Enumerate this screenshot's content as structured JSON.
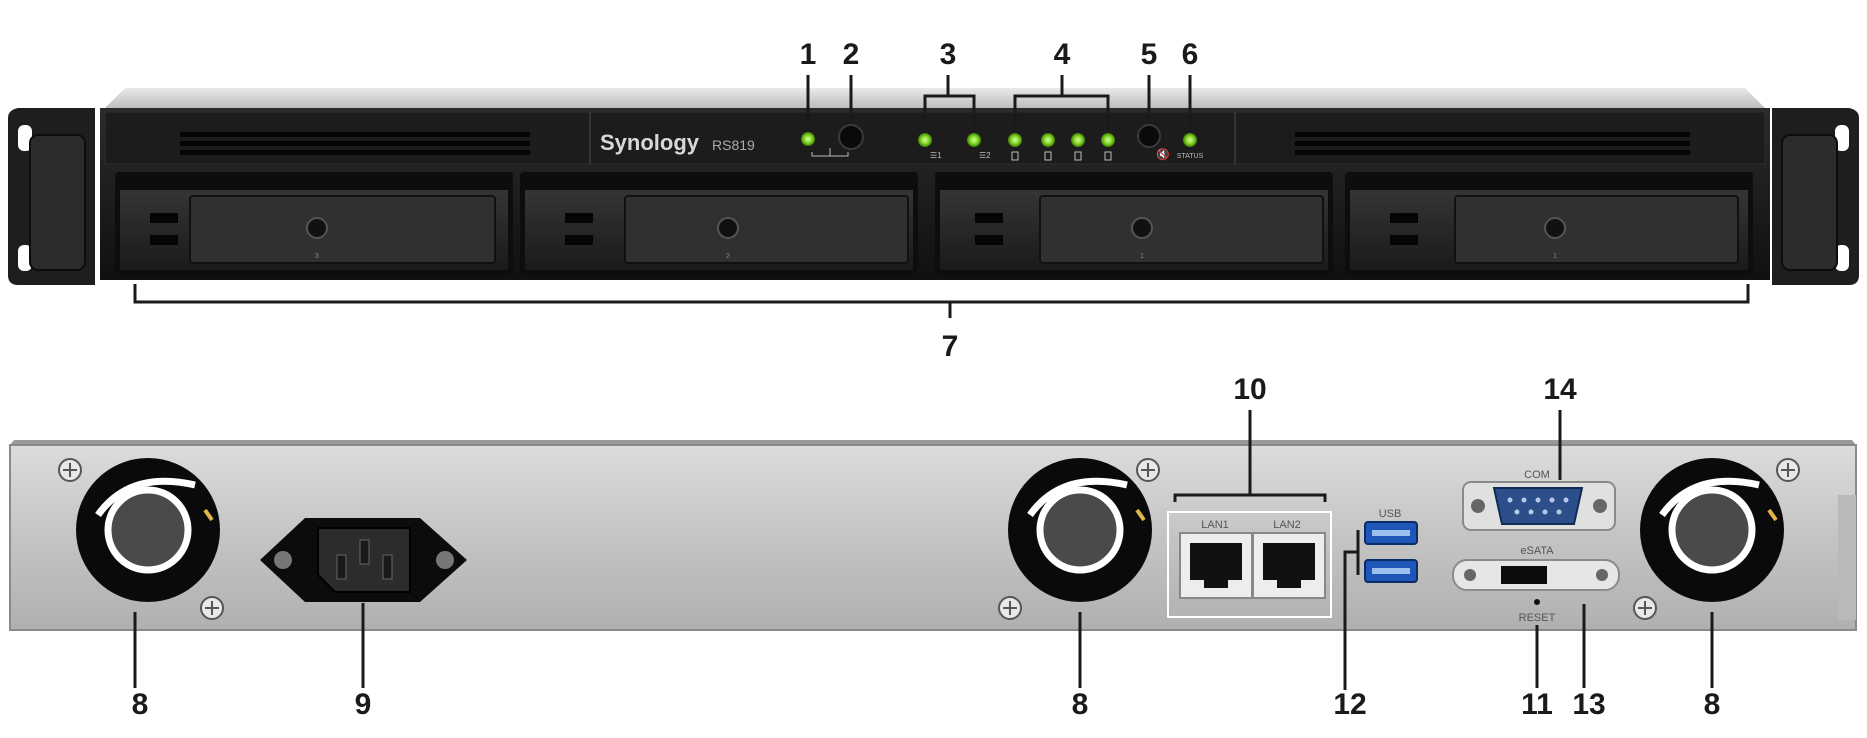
{
  "front_panel": {
    "brand": "Synology",
    "model": "RS819",
    "status_text": "STATUS",
    "drive_bay_numbers": [
      "3",
      "2",
      "1",
      "1"
    ]
  },
  "rear_panel": {
    "lan1_label": "LAN1",
    "lan2_label": "LAN2",
    "usb_label": "USB",
    "com_label": "COM",
    "esata_label": "eSATA",
    "reset_label": "RESET"
  },
  "callouts": {
    "c1": "1",
    "c2": "2",
    "c3": "3",
    "c4": "4",
    "c5": "5",
    "c6": "6",
    "c7": "7",
    "c8a": "8",
    "c9": "9",
    "c8b": "8",
    "c12": "12",
    "c11": "11",
    "c13": "13",
    "c8c": "8",
    "c10": "10",
    "c14": "14"
  },
  "colors": {
    "led_green": "#7ed321",
    "chassis_dark": "#1b1b1b",
    "chassis_silver": "#c9c9c9",
    "usb_blue": "#2a6fd6",
    "com_blue": "#2c4f8c"
  }
}
